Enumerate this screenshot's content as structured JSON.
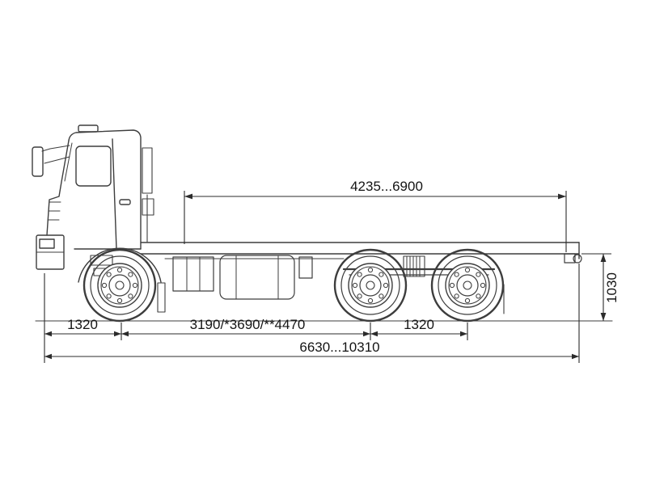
{
  "colors": {
    "line": "#3d3d3d",
    "dimension": "#2b2b2b",
    "background": "#ffffff"
  },
  "dimensions": {
    "frame_span": "4235...6900",
    "frame_height": "1030",
    "front_overhang": "1320",
    "wheelbase": "3190/*3690/**4470",
    "rear_axle_spacing": "1320",
    "overall_length": "6630...10310"
  }
}
